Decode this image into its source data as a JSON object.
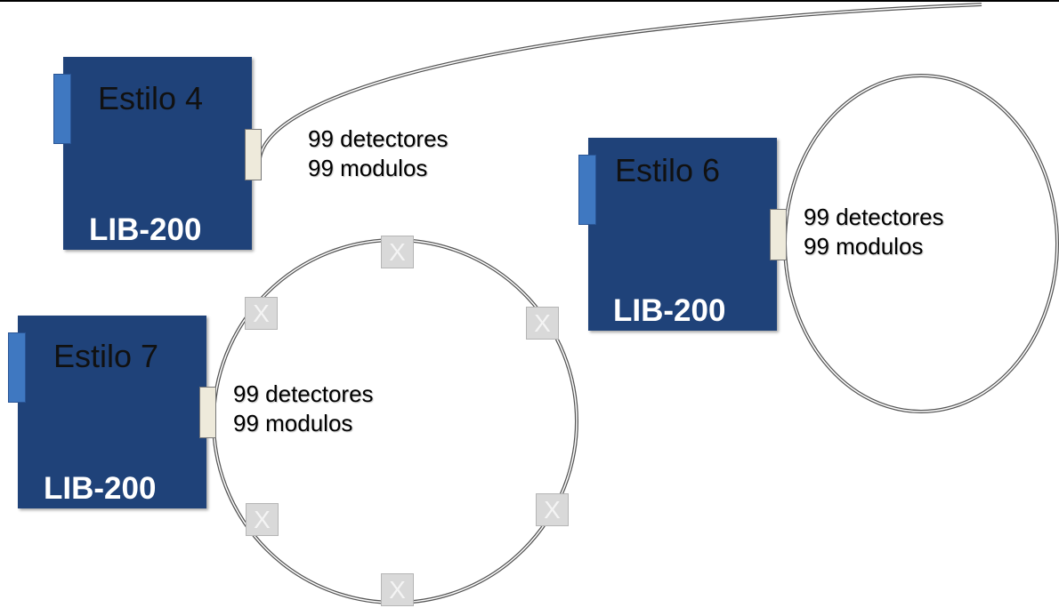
{
  "diagrams": [
    {
      "id": "estilo-4",
      "title": "Estilo 4",
      "model": "LIB-200",
      "detectors": "99 detectores",
      "modules": "99 modulos"
    },
    {
      "id": "estilo-6",
      "title": "Estilo 6",
      "model": "LIB-200",
      "detectors": "99 detectores",
      "modules": "99 modulos"
    },
    {
      "id": "estilo-7",
      "title": "Estilo 7",
      "model": "LIB-200",
      "detectors": "99 detectores",
      "modules": "99 modulos"
    }
  ],
  "isolator_symbol": "X",
  "colors": {
    "panel": "#1f4279",
    "panel_tab": "#3f78c1",
    "terminal": "#eeeadb",
    "isolator": "#d9d9d9",
    "wire": "#555555"
  }
}
